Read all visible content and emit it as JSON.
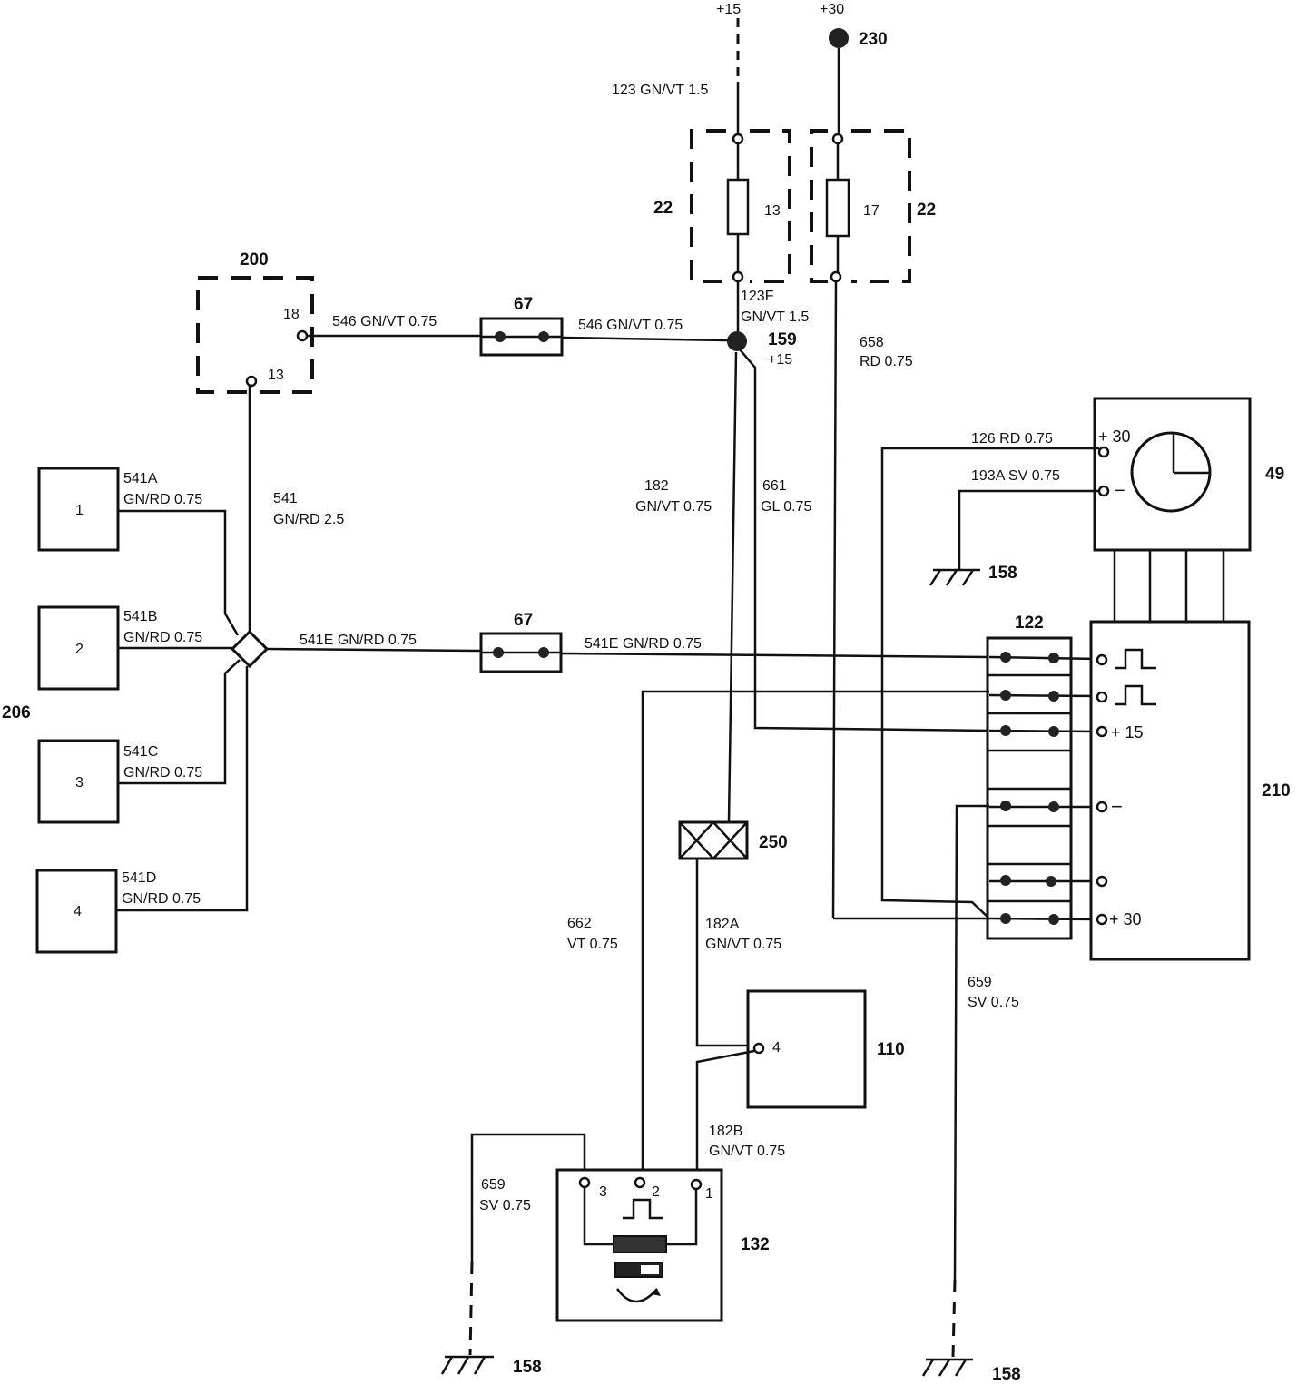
{
  "supply": {
    "plus15": "+15",
    "plus30": "+30",
    "node_230": "230"
  },
  "fuse_boxes": {
    "left_id": "22",
    "right_id": "22",
    "fuse_13": "13",
    "fuse_17": "17"
  },
  "wires": {
    "w123": "123 GN/VT 1.5",
    "w123f_a": "123F",
    "w123f_b": "GN/VT 1.5",
    "w546_left": "546 GN/VT 0.75",
    "w546_right": "546 GN/VT 0.75",
    "w658_a": "658",
    "w658_b": "RD 0.75",
    "w126": "126 RD 0.75",
    "w193a": "193A SV 0.75",
    "w541_a": "541",
    "w541_b": "GN/RD 2.5",
    "w541a_a": "541A",
    "w541a_b": "GN/RD 0.75",
    "w541b_a": "541B",
    "w541b_b": "GN/RD 0.75",
    "w541c_a": "541C",
    "w541c_b": "GN/RD 0.75",
    "w541d_a": "541D",
    "w541d_b": "GN/RD 0.75",
    "w541e_left": "541E GN/RD 0.75",
    "w541e_right": "541E GN/RD 0.75",
    "w182_a": "182",
    "w182_b": "GN/VT 0.75",
    "w661_a": "661",
    "w661_b": "GL 0.75",
    "w662_a": "662",
    "w662_b": "VT 0.75",
    "w182a_a": "182A",
    "w182a_b": "GN/VT 0.75",
    "w182b_a": "182B",
    "w182b_b": "GN/VT 0.75",
    "w659_right_a": "659",
    "w659_right_b": "SV 0.75",
    "w659_left_a": "659",
    "w659_left_b": "SV 0.75"
  },
  "components": {
    "c200": "200",
    "c200_pin18": "18",
    "c200_pin13": "13",
    "c67_top": "67",
    "c67_mid": "67",
    "c159": "159",
    "c159_sub": "+15",
    "c49": "49",
    "c49_plus30": "+ 30",
    "c49_minus": "−",
    "c158_top": "158",
    "c122": "122",
    "c210": "210",
    "c210_plus15": "+ 15",
    "c210_minus": "−",
    "c210_plus30": "+ 30",
    "c206": "206",
    "c206_s1": "1",
    "c206_s2": "2",
    "c206_s3": "3",
    "c206_s4": "4",
    "c250": "250",
    "c110": "110",
    "c110_pin4": "4",
    "c132": "132",
    "c132_pin1": "1",
    "c132_pin2": "2",
    "c132_pin3": "3",
    "c158_bl": "158",
    "c158_br": "158"
  }
}
